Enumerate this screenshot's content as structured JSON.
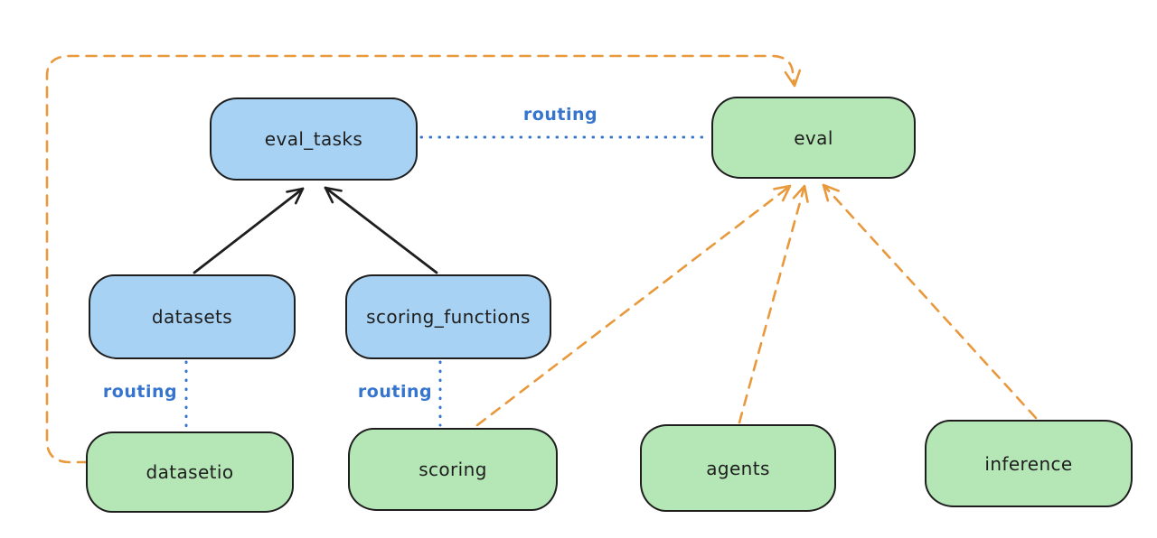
{
  "diagram": {
    "nodes": [
      {
        "id": "eval_tasks",
        "label": "eval_tasks",
        "color": "blue"
      },
      {
        "id": "eval",
        "label": "eval",
        "color": "green"
      },
      {
        "id": "datasets",
        "label": "datasets",
        "color": "blue"
      },
      {
        "id": "scoring_functions",
        "label": "scoring_functions",
        "color": "blue"
      },
      {
        "id": "datasetio",
        "label": "datasetio",
        "color": "green"
      },
      {
        "id": "scoring",
        "label": "scoring",
        "color": "green"
      },
      {
        "id": "agents",
        "label": "agents",
        "color": "green"
      },
      {
        "id": "inference",
        "label": "inference",
        "color": "green"
      }
    ],
    "edges": [
      {
        "from": "datasets",
        "to": "eval_tasks",
        "style": "solid-arrow",
        "label": ""
      },
      {
        "from": "scoring_functions",
        "to": "eval_tasks",
        "style": "solid-arrow",
        "label": ""
      },
      {
        "from": "eval_tasks",
        "to": "eval",
        "style": "dotted",
        "label": "routing"
      },
      {
        "from": "datasets",
        "to": "datasetio",
        "style": "dotted",
        "label": "routing"
      },
      {
        "from": "scoring_functions",
        "to": "scoring",
        "style": "dotted",
        "label": "routing"
      },
      {
        "from": "datasetio",
        "to": "eval",
        "style": "dashed-arrow",
        "label": ""
      },
      {
        "from": "scoring",
        "to": "eval",
        "style": "dashed-arrow",
        "label": ""
      },
      {
        "from": "agents",
        "to": "eval",
        "style": "dashed-arrow",
        "label": ""
      },
      {
        "from": "inference",
        "to": "eval",
        "style": "dashed-arrow",
        "label": ""
      }
    ],
    "colors": {
      "background": "#ffffff",
      "node_stroke": "#1e1e1e",
      "blue_node_fill": "#a7d2f3",
      "green_node_fill": "#b5e6b6",
      "solid_arrow": "#1e1e1e",
      "dashed_arrow_orange": "#e8993c",
      "routing_blue": "#3575cd"
    }
  }
}
